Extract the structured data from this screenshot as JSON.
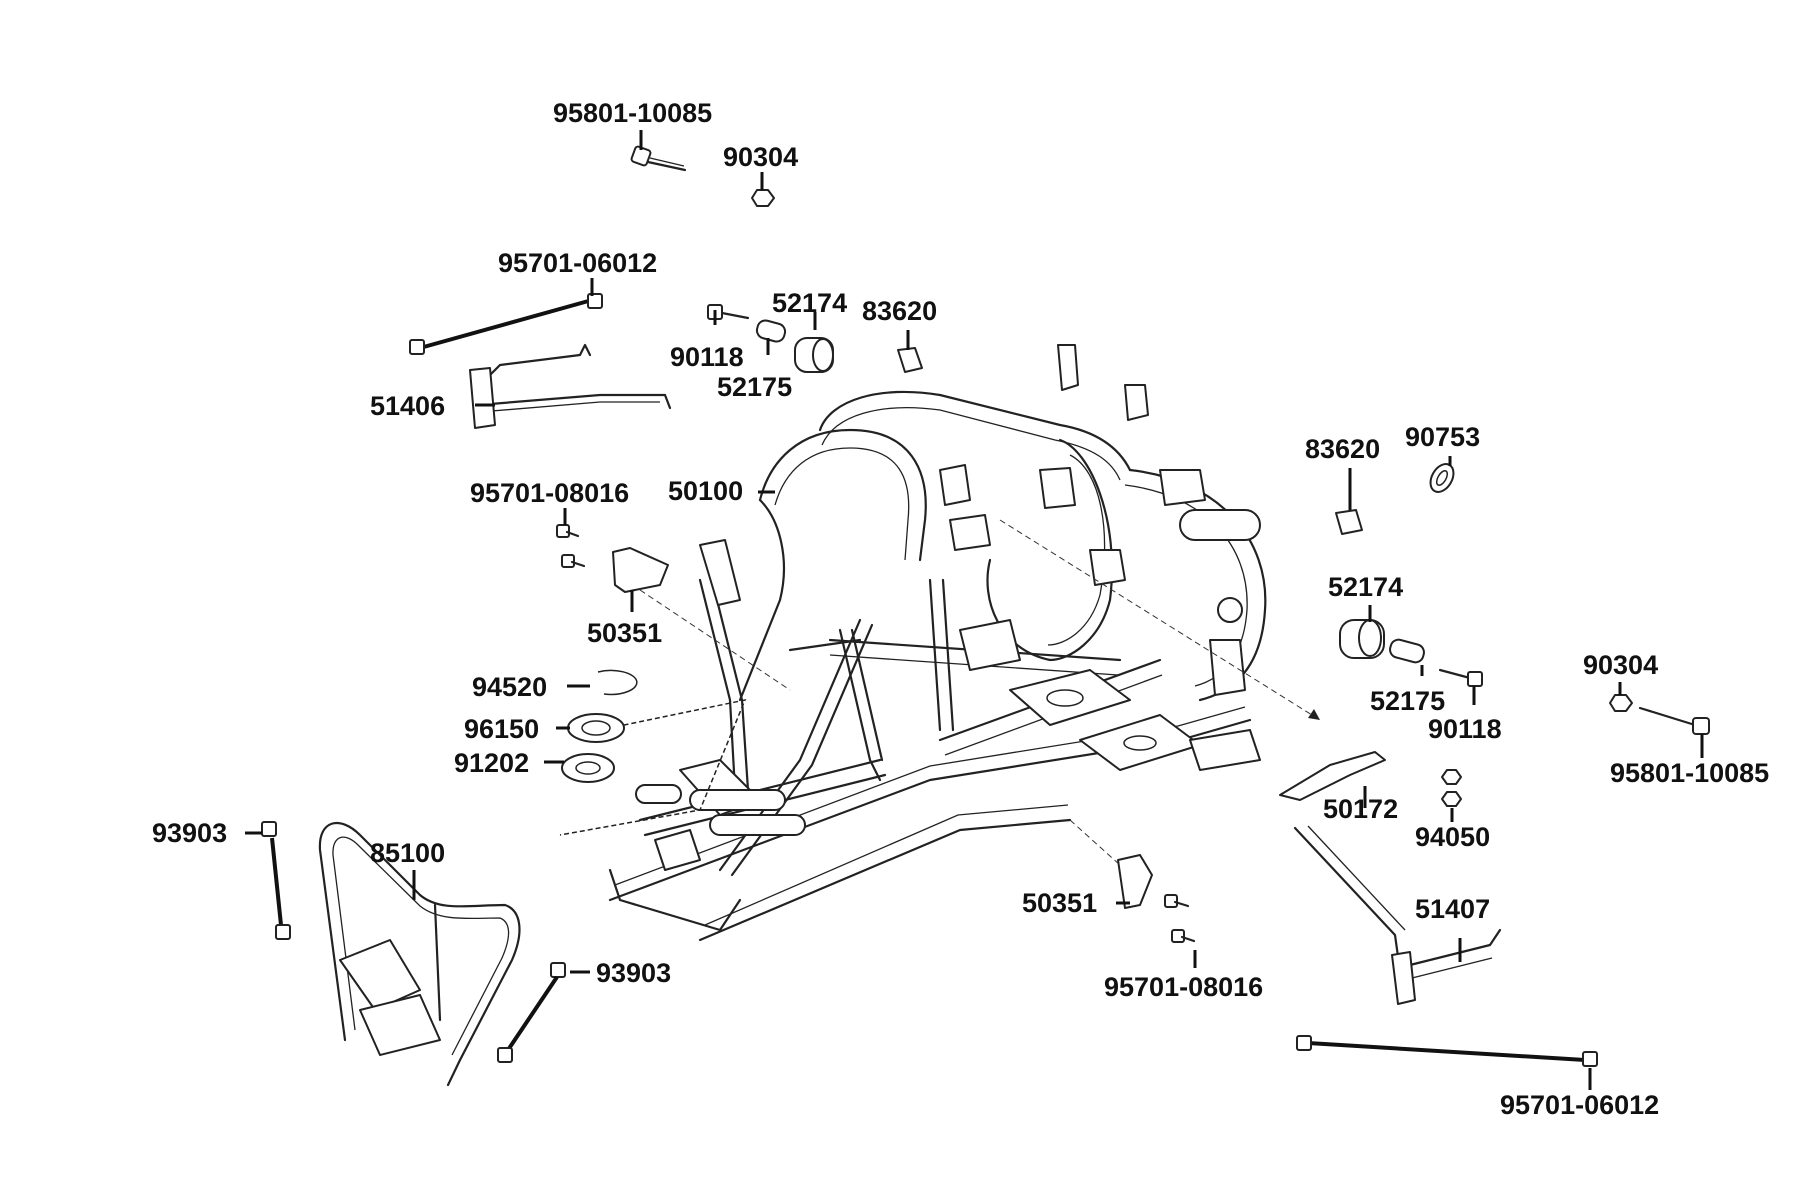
{
  "labels": {
    "l01": "95801-10085",
    "l02": "90304",
    "l03": "95701-06012",
    "l04": "52174",
    "l05": "83620",
    "l06": "90118",
    "l07": "52175",
    "l08": "51406",
    "l09": "95701-08016",
    "l10": "50100",
    "l11": "50351",
    "l12": "94520",
    "l13": "96150",
    "l14": "91202",
    "l15": "93903",
    "l16": "85100",
    "l17": "93903",
    "l18": "83620",
    "l19": "90753",
    "l20": "52174",
    "l21": "52175",
    "l22": "90118",
    "l23": "90304",
    "l24": "95801-10085",
    "l25": "50172",
    "l26": "94050",
    "l27": "51407",
    "l28": "50351",
    "l29": "95701-08016",
    "l30": "95701-06012"
  }
}
